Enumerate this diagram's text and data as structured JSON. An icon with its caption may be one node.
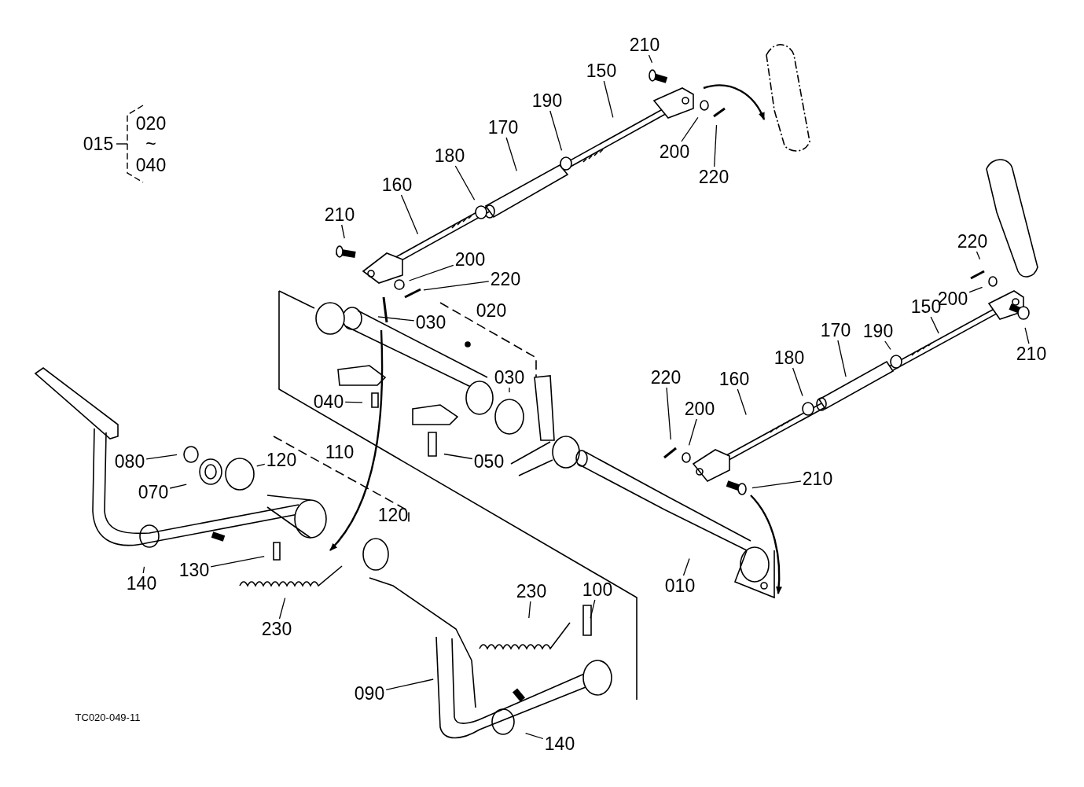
{
  "diagram": {
    "nodes": [
      {
        "text": [
          "210"
        ]
      },
      {
        "text": [
          "150"
        ]
      },
      {
        "text": [
          "190"
        ]
      },
      {
        "text": [
          "170"
        ]
      },
      {
        "text": [
          "180"
        ]
      },
      {
        "text": [
          "160"
        ]
      },
      {
        "text": [
          "210"
        ]
      },
      {
        "text": [
          "200"
        ]
      },
      {
        "text": [
          "220"
        ]
      },
      {
        "text": [
          "200"
        ]
      },
      {
        "text": [
          "220"
        ]
      },
      {
        "text": [
          "220"
        ]
      },
      {
        "text": [
          "200"
        ]
      },
      {
        "text": [
          "150"
        ]
      },
      {
        "text": [
          "190"
        ]
      },
      {
        "text": [
          "170"
        ]
      },
      {
        "text": [
          "180"
        ]
      },
      {
        "text": [
          "160"
        ]
      },
      {
        "text": [
          "220"
        ]
      },
      {
        "text": [
          "200"
        ]
      },
      {
        "text": [
          "210"
        ]
      },
      {
        "text": [
          "210"
        ]
      },
      {
        "text": [
          "030"
        ]
      },
      {
        "text": [
          "030"
        ]
      },
      {
        "text": [
          "040"
        ]
      },
      {
        "text": [
          "050"
        ]
      },
      {
        "text": [
          "080"
        ]
      },
      {
        "text": [
          "070"
        ]
      },
      {
        "text": [
          "120"
        ]
      },
      {
        "text": [
          "130"
        ]
      },
      {
        "text": [
          "140"
        ]
      },
      {
        "text": [
          "230"
        ]
      },
      {
        "text": [
          "230"
        ]
      },
      {
        "text": [
          "100"
        ]
      },
      {
        "text": [
          "090"
        ]
      },
      {
        "text": [
          "140"
        ]
      },
      {
        "text": [
          "010"
        ]
      }
    ],
    "edges": [
      {
        "from": 0,
        "to": null,
        "arrow": "none"
      },
      {
        "from": 1,
        "to": null,
        "arrow": "none"
      },
      {
        "from": 2,
        "to": null,
        "arrow": "none"
      },
      {
        "from": 3,
        "to": null,
        "arrow": "none"
      },
      {
        "from": 4,
        "to": null,
        "arrow": "none"
      },
      {
        "from": 5,
        "to": null,
        "arrow": "none"
      },
      {
        "from": 6,
        "to": null,
        "arrow": "none"
      },
      {
        "from": 7,
        "to": null,
        "arrow": "none"
      },
      {
        "from": 8,
        "to": null,
        "arrow": "none"
      },
      {
        "from": 9,
        "to": null,
        "arrow": "none"
      },
      {
        "from": 10,
        "to": null,
        "arrow": "none"
      },
      {
        "from": 11,
        "to": null,
        "arrow": "none"
      },
      {
        "from": 12,
        "to": null,
        "arrow": "none"
      },
      {
        "from": 13,
        "to": null,
        "arrow": "none"
      },
      {
        "from": 14,
        "to": null,
        "arrow": "none"
      },
      {
        "from": 15,
        "to": null,
        "arrow": "none"
      },
      {
        "from": 16,
        "to": null,
        "arrow": "none"
      },
      {
        "from": 17,
        "to": null,
        "arrow": "none"
      },
      {
        "from": 18,
        "to": null,
        "arrow": "none"
      },
      {
        "from": 19,
        "to": null,
        "arrow": "none"
      },
      {
        "from": 20,
        "to": null,
        "arrow": "none"
      },
      {
        "from": 21,
        "to": null,
        "arrow": "none"
      },
      {
        "from": 22,
        "to": null,
        "arrow": "none"
      },
      {
        "from": 23,
        "to": null,
        "arrow": "none"
      },
      {
        "from": 24,
        "to": null,
        "arrow": "none"
      },
      {
        "from": 25,
        "to": null,
        "arrow": "none"
      },
      {
        "from": 26,
        "to": null,
        "arrow": "none"
      },
      {
        "from": 27,
        "to": null,
        "arrow": "none"
      },
      {
        "from": 28,
        "to": null,
        "arrow": "none"
      },
      {
        "from": 29,
        "to": null,
        "arrow": "none"
      },
      {
        "from": 30,
        "to": null,
        "arrow": "none"
      },
      {
        "from": 31,
        "to": null,
        "arrow": "none"
      },
      {
        "from": 32,
        "to": null,
        "arrow": "none"
      },
      {
        "from": 33,
        "to": null,
        "arrow": "none"
      },
      {
        "from": 34,
        "to": null,
        "arrow": "none"
      },
      {
        "from": 35,
        "to": null,
        "arrow": "none"
      },
      {
        "from": 36,
        "to": null,
        "arrow": "none"
      }
    ],
    "labels": [
      "015",
      "020",
      "~",
      "040",
      "020",
      "110",
      "120",
      "TC020-049-11"
    ]
  }
}
